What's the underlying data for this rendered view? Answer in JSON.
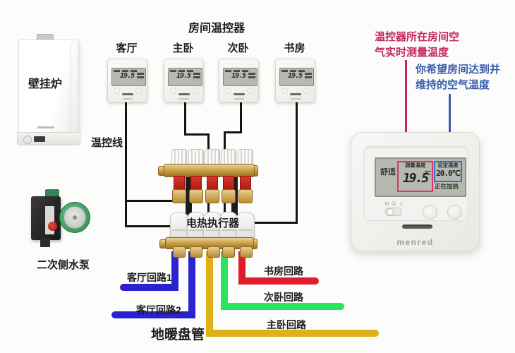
{
  "title": "房间温控器",
  "wire_label": "温控线",
  "actuator_label": "电热执行器",
  "coil_label": "地暖盘管",
  "boiler": {
    "label": "壁挂炉"
  },
  "pump": {
    "label": "二次侧水泵"
  },
  "thermostats": [
    {
      "label": "客厅"
    },
    {
      "label": "主卧"
    },
    {
      "label": "次卧"
    },
    {
      "label": "书房"
    }
  ],
  "mini_lcd": {
    "temp": "19.5"
  },
  "loops": [
    {
      "label": "客厅回路1",
      "color": "#2a23cf"
    },
    {
      "label": "客厅回路2",
      "color": "#2a23cf"
    },
    {
      "label": "主卧回路",
      "color": "#ddb117"
    },
    {
      "label": "次卧回路",
      "color": "#2ce45e"
    },
    {
      "label": "书房回路",
      "color": "#e01c2c"
    }
  ],
  "panel": {
    "comfort": "舒适",
    "measured_label": "测量温度",
    "measured_value": "19.5",
    "measured_unit": "℃",
    "set_label": "设定温度",
    "set_value": "20.0℃",
    "status": "正在加热",
    "brand": "menred",
    "icons": [
      {
        "name": "power-icon",
        "glyph": "⊙"
      },
      {
        "name": "mode-icon",
        "glyph": "①"
      },
      {
        "name": "sun-icon",
        "glyph": "☼"
      }
    ]
  },
  "annotations": {
    "measured": {
      "lines": [
        "温控器所在房间空",
        "气实时测量温度"
      ],
      "color": "#c5285a"
    },
    "set": {
      "lines": [
        "你希望房间达到并",
        "维持的空气温度"
      ],
      "color": "#3a5cae"
    }
  },
  "colors": {
    "wire": "#141414",
    "brass": "#c49a3f",
    "valve_red": "#c8241f",
    "lcd_bg": "#b5b9af",
    "anno_red": "#c5285a",
    "anno_blue": "#3a5cae"
  }
}
